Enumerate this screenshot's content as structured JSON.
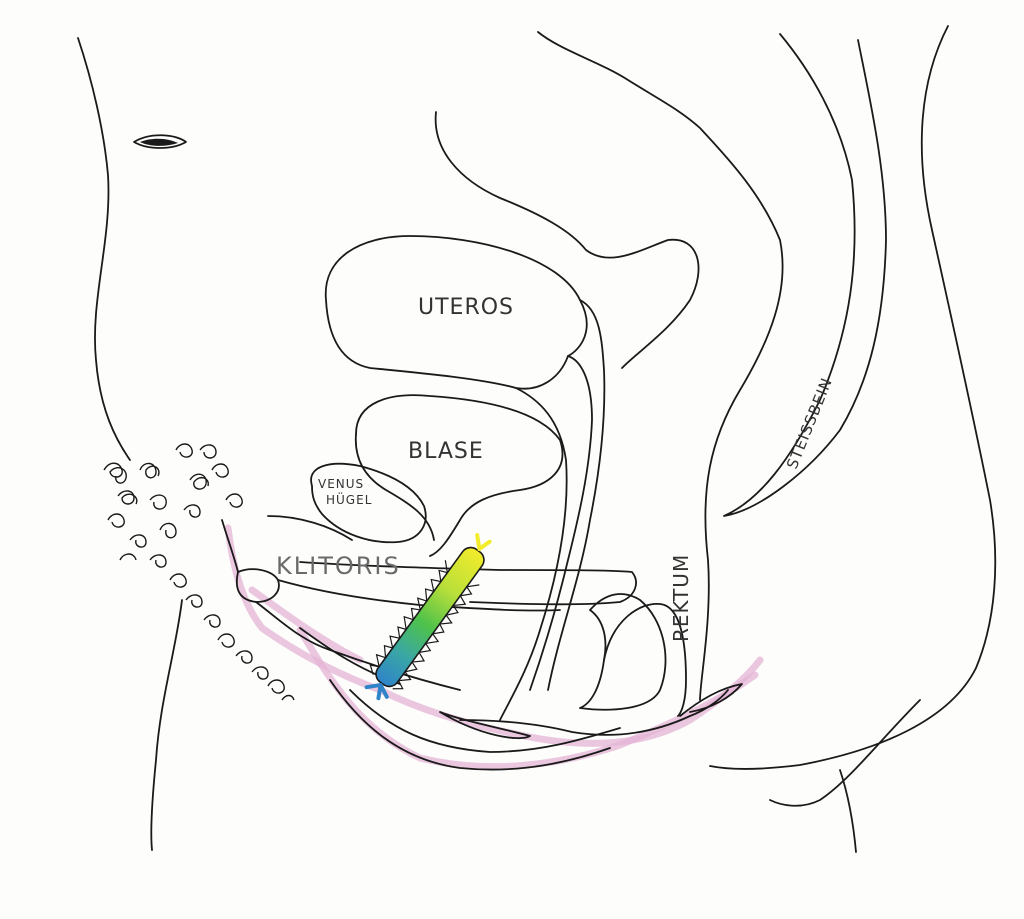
{
  "labels": {
    "uterus": "UTEROS",
    "bladder": "BLASE",
    "mons_line1": "VENUS",
    "mons_line2": "HÜGEL",
    "clitoris": "KLITORIS",
    "rectum": "REKTUM",
    "coccyx": "STEISSBEIN"
  },
  "colors": {
    "ink": "#1a1a1a",
    "mucosa_pink": "#e4b4d6",
    "gradient": [
      "#f2ec2a",
      "#b9df3a",
      "#4fc24a",
      "#3aa7a4",
      "#2f84c9"
    ]
  }
}
